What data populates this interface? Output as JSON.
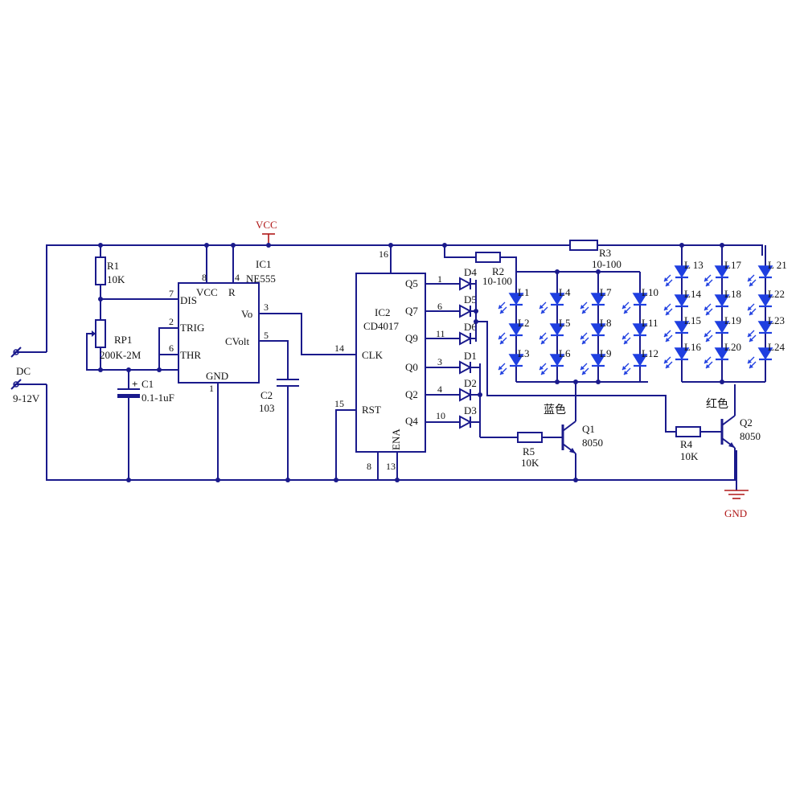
{
  "supply": {
    "vcc": "VCC",
    "gnd": "GND",
    "dc": "DC",
    "dc_range": "9-12V"
  },
  "ic1": {
    "name": "IC1",
    "part": "NE555",
    "pins": {
      "dis": "DIS",
      "vcc": "VCC",
      "r": "R",
      "trig": "TRIG",
      "thr": "THR",
      "vo": "Vo",
      "cvolt": "CVolt",
      "gnd": "GND"
    },
    "pin_numbers": {
      "dis": "7",
      "vcc": "8",
      "r": "4",
      "trig": "2",
      "thr": "6",
      "vo": "3",
      "cvolt": "5",
      "gnd": "1"
    }
  },
  "ic2": {
    "name": "IC2",
    "part": "CD4017",
    "pins": {
      "clk": "CLK",
      "rst": "RST",
      "ena": "ENA",
      "q5": "Q5",
      "q7": "Q7",
      "q9": "Q9",
      "q0": "Q0",
      "q2": "Q2",
      "q4": "Q4"
    },
    "pin_numbers": {
      "vdd": "16",
      "clk": "14",
      "rst": "15",
      "vss": "8",
      "ena": "13",
      "q5": "1",
      "q7": "6",
      "q9": "11",
      "q0": "3",
      "q2": "4",
      "q4": "10"
    }
  },
  "components": {
    "r1": {
      "name": "R1",
      "value": "10K"
    },
    "rp1": {
      "name": "RP1",
      "value": "200K-2M"
    },
    "c1": {
      "name": "C1",
      "value": "0.1-1uF",
      "polarity": "+"
    },
    "c2": {
      "name": "C2",
      "value": "103"
    },
    "r2": {
      "name": "R2",
      "value": "10-100"
    },
    "r3": {
      "name": "R3",
      "value": "10-100"
    },
    "r4": {
      "name": "R4",
      "value": "10K"
    },
    "r5": {
      "name": "R5",
      "value": "10K"
    },
    "q1": {
      "name": "Q1",
      "value": "8050"
    },
    "q2": {
      "name": "Q2",
      "value": "8050"
    }
  },
  "diodes": [
    "D4",
    "D5",
    "D6",
    "D1",
    "D2",
    "D3"
  ],
  "groups": {
    "blue": "蓝色",
    "red": "红色"
  },
  "leds": {
    "blue": [
      [
        "L1",
        "L2",
        "L3"
      ],
      [
        "L4",
        "L5",
        "L6"
      ],
      [
        "L7",
        "L8",
        "L9"
      ],
      [
        "L10",
        "L11",
        "L12"
      ]
    ],
    "red": [
      [
        "L 13",
        "L14",
        "L15",
        "L16"
      ],
      [
        "L17",
        "L18",
        "L19",
        "L20"
      ],
      [
        "L 21",
        "L22",
        "L23",
        "L24"
      ]
    ]
  },
  "colors": {
    "wire": "#1a1a8c",
    "led": "#1f3fe0",
    "supply_marker": "#b01818"
  }
}
